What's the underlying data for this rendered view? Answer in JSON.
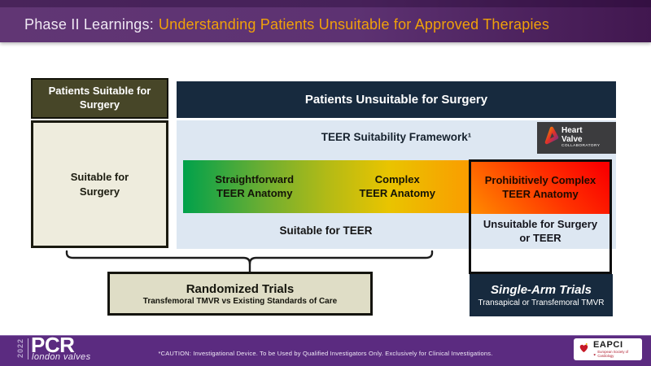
{
  "slide": {
    "title_prefix": "Phase II Learnings:",
    "title_highlight": "Understanding Patients Unsuitable for Approved Therapies"
  },
  "suitable_column": {
    "header": "Patients Suitable for\nSurgery",
    "body": "Suitable for\nSurgery"
  },
  "unsuitable_panel": {
    "header": "Patients Unsuitable for Surgery",
    "framework_title": "TEER Suitability Framework¹",
    "hvc_logo": {
      "line1": "Heart",
      "line2": "Valve",
      "line3": "COLLABORATORY"
    },
    "spectrum": {
      "straightforward": "Straightforward\nTEER Anatomy",
      "complex": "Complex\nTEER Anatomy",
      "prohibitive": "Prohibitively Complex\nTEER Anatomy",
      "suitable_teer": "Suitable for TEER",
      "unsuitable_teer": "Unsuitable for Surgery\nor TEER"
    }
  },
  "trials": {
    "randomized_title": "Randomized Trials",
    "randomized_subtitle": "Transfemoral TMVR vs Existing Standards of Care",
    "single_arm_title": "Single-Arm Trials",
    "single_arm_subtitle": "Transapical or Transfemoral TMVR"
  },
  "footer": {
    "year": "2022",
    "brand": "PCR",
    "brand_sub": "london valves",
    "caution": "*CAUTION: Investigational Device. To be Used by Qualified Investigators Only. Exclusively for Clinical Investigations.",
    "eapci": "EAPCI",
    "eapci_sub": "European Society of Cardiology"
  },
  "colors": {
    "accent_orange": "#F0A10A",
    "navy": "#172A3E",
    "light_blue": "#DDE7F2",
    "olive": "#474628",
    "beige": "#EEECDD",
    "trial_beige": "#DFDDC6",
    "footer_purple": "#5B2B80",
    "spectrum_green": "#00A14B",
    "spectrum_orange": "#FA9D00",
    "spectrum_red": "#FA0000"
  }
}
